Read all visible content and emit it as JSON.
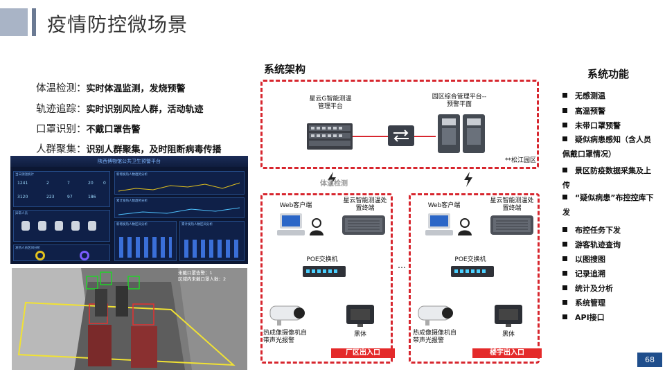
{
  "title": "疫情防控微场景",
  "features": [
    {
      "key": "体温检测：",
      "value": "实时体温监测，发烧预警"
    },
    {
      "key": "轨迹追踪：",
      "value": "实时识别风险人群，活动轨迹"
    },
    {
      "key": "口罩识别：",
      "value": "不戴口罩告警"
    },
    {
      "key": "人群聚集：",
      "value": "识别人群聚集，及时阻断病毒传播"
    }
  ],
  "dashboard": {
    "header": "陕西博物馆公共卫生预警平台",
    "panels": [
      "当日测温统计",
      "异常人员",
      "新增发热人数趋势分析",
      "累计发热人数趋势分析",
      "新增发热人数区间分析",
      "累计发热人数区间分析",
      "发热人员区间分析"
    ],
    "stats": [
      "1241",
      "2",
      "7",
      "20",
      "0",
      "3120",
      "223",
      "97",
      "186"
    ]
  },
  "camera_overlay": {
    "line1": "未戴口罩告警：1",
    "line2": "区域内未戴口罩人数：2"
  },
  "architecture": {
    "title": "系统架构",
    "platform_label": "星云G智能测温管理平台",
    "park_label": "园区综合管理平台--预警平面",
    "site_label": "**松江园区",
    "body_temp": "体温检测",
    "ellipsis": "…",
    "zones": [
      {
        "web_client": "Web客户端",
        "terminal": "星云智能测温处置终端",
        "switch": "POE交换机",
        "camera": "热成像摄像机自带声光报警",
        "blackbody": "黑体",
        "tag": "厂区出入口"
      },
      {
        "web_client": "Web客户端",
        "terminal": "星云智能测温处置终端",
        "switch": "POE交换机",
        "camera": "热成像摄像机自带声光报警",
        "blackbody": "黑体",
        "tag": "楼宇出入口"
      }
    ]
  },
  "functions": {
    "title": "系统功能",
    "items": [
      "无感测温",
      "高温预警",
      "未带口罩预警",
      "疑似病患感知（含人员佩戴口罩情况）",
      "景区防疫数据采集及上传",
      "“疑似病患”布控控库下发",
      "布控任务下发",
      "游客轨迹查询",
      "以图搜图",
      "记录追溯",
      "统计及分析",
      "系统管理",
      "API接口"
    ]
  },
  "page_number": "68",
  "colors": {
    "accent_red": "#d7262e",
    "page_num_bg": "#1f4e8c"
  }
}
